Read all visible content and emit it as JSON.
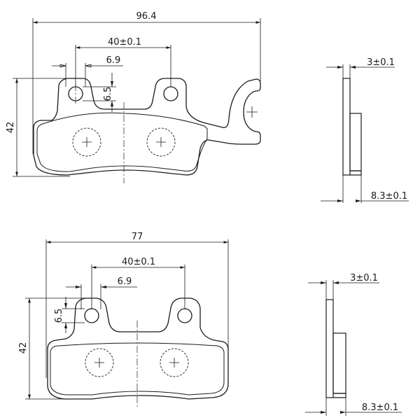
{
  "views": {
    "front_top": {
      "width": "96.4",
      "height": "42",
      "hole_spacing": "40±0.1",
      "offset": "6.9",
      "hole_height": "6.5"
    },
    "side_top": {
      "plate_thickness": "3±0.1",
      "total_thickness": "8.3±0.1"
    },
    "front_bottom": {
      "width": "77",
      "height": "42",
      "hole_spacing": "40±0.1",
      "offset": "6.9",
      "hole_height": "6.5"
    },
    "side_bottom": {
      "plate_thickness": "3±0.1",
      "total_thickness": "8.3±0.1"
    }
  }
}
